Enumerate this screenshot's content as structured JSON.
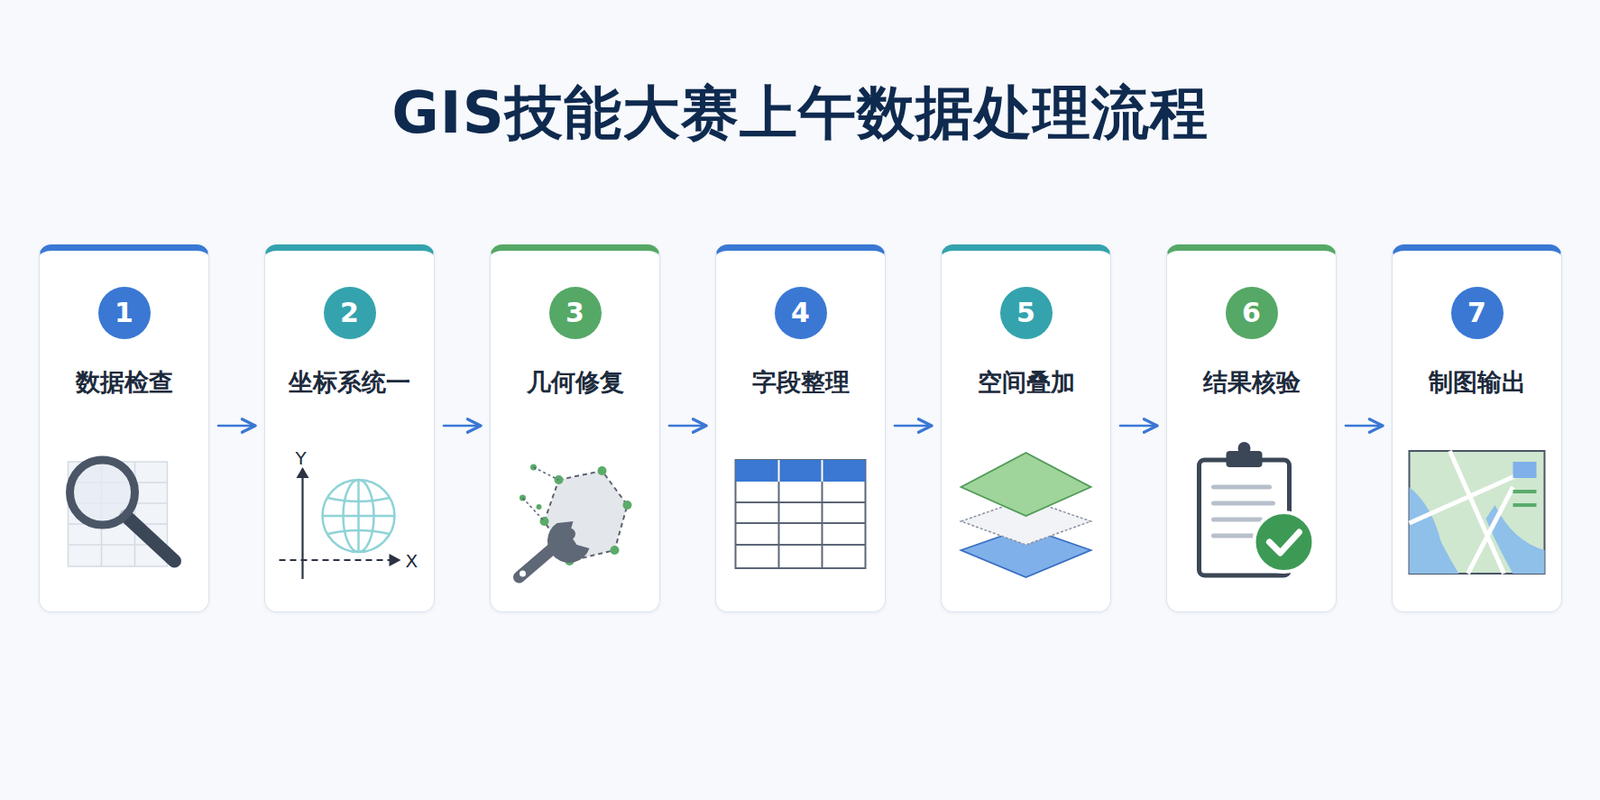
{
  "diagram": {
    "title": "GIS技能大赛上午数据处理流程",
    "nodes": [
      {
        "text": [
          "1",
          "数据检查"
        ]
      },
      {
        "text": [
          "2",
          "坐标系统一"
        ]
      },
      {
        "text": [
          "3",
          "几何修复"
        ]
      },
      {
        "text": [
          "4",
          "字段整理"
        ]
      },
      {
        "text": [
          "5",
          "空间叠加"
        ]
      },
      {
        "text": [
          "6",
          "结果核验"
        ]
      },
      {
        "text": [
          "7",
          "制图输出"
        ]
      }
    ],
    "edges": [
      {
        "from": 0,
        "to": 1,
        "arrow": "to"
      },
      {
        "from": 1,
        "to": 2,
        "arrow": "to"
      },
      {
        "from": 2,
        "to": 3,
        "arrow": "to"
      },
      {
        "from": 3,
        "to": 4,
        "arrow": "to"
      },
      {
        "from": 4,
        "to": 5,
        "arrow": "to"
      },
      {
        "from": 5,
        "to": 6,
        "arrow": "to"
      }
    ],
    "labels": [
      "Y",
      "X"
    ]
  }
}
